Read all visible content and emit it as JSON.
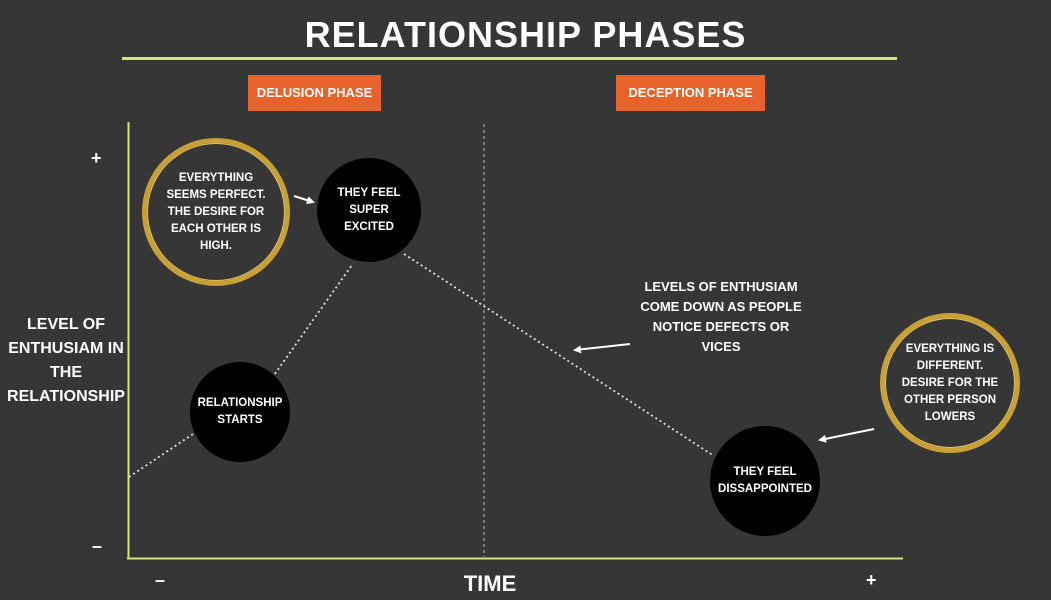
{
  "title": "RELATIONSHIP PHASES",
  "phases": {
    "left": "DELUSION PHASE",
    "right": "DECEPTION PHASE"
  },
  "axes": {
    "y_label": "LEVEL OF ENTHUSIAM IN THE RELATIONSHIP",
    "x_label": "TIME",
    "y_plus": "+",
    "y_minus": "–",
    "x_minus": "–",
    "x_plus": "+"
  },
  "nodes": {
    "relationship_starts": "RELATIONSHIP STARTS",
    "super_excited": "THEY FEEL SUPER EXCITED",
    "disappointed": "THEY FEEL DISSAPPOINTED"
  },
  "callouts": {
    "perfect": "EVERYTHING SEEMS PERFECT. THE DESIRE FOR EACH OTHER IS HIGH.",
    "different": "EVERYTHING IS DIFFERENT. DESIRE FOR THE OTHER PERSON LOWERS"
  },
  "annotation": "LEVELS OF ENTHUSIAM COME DOWN AS PEOPLE NOTICE DEFECTS OR VICES",
  "colors": {
    "background": "#363636",
    "accent_line": "#d6e47c",
    "phase_badge": "#e8632c",
    "gold_ring": "#c9a035"
  }
}
